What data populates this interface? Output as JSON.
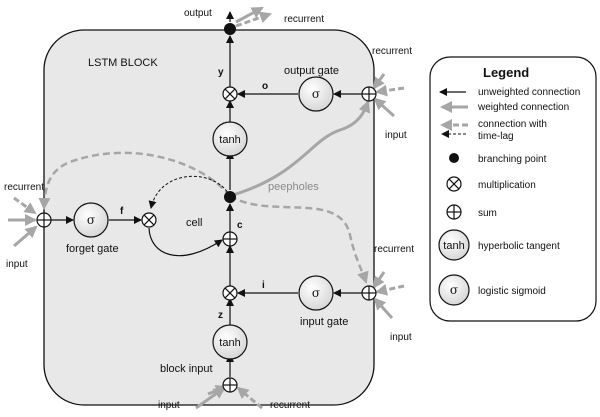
{
  "block_title": "LSTM BLOCK",
  "labels": {
    "output": "output",
    "recurrent_top": "recurrent",
    "recurrent_og": "recurrent",
    "input_og": "input",
    "output_gate": "output gate",
    "recurrent_fg": "recurrent",
    "input_fg": "input",
    "forget_gate": "forget gate",
    "cell": "cell",
    "peepholes": "peepholes",
    "recurrent_ig": "recurrent",
    "input_ig": "input",
    "input_gate": "input gate",
    "block_input": "block input",
    "input_bottom": "input",
    "recurrent_bottom": "recurrent",
    "y": "y",
    "o": "o",
    "f": "f",
    "c": "c",
    "i": "i",
    "z": "z"
  },
  "symbols": {
    "sigma": "σ",
    "tanh": "tanh"
  },
  "legend": {
    "title": "Legend",
    "items": [
      "unweighted connection",
      "weighted connection",
      "connection with",
      "time-lag",
      "branching point",
      "multiplication",
      "sum",
      "hyperbolic tangent",
      "logistic sigmoid"
    ]
  },
  "colors": {
    "block_fill": "#e8e8e8",
    "weighted": "#a6a6a6",
    "timelag": "#a6a6a6",
    "stroke": "#111111"
  }
}
